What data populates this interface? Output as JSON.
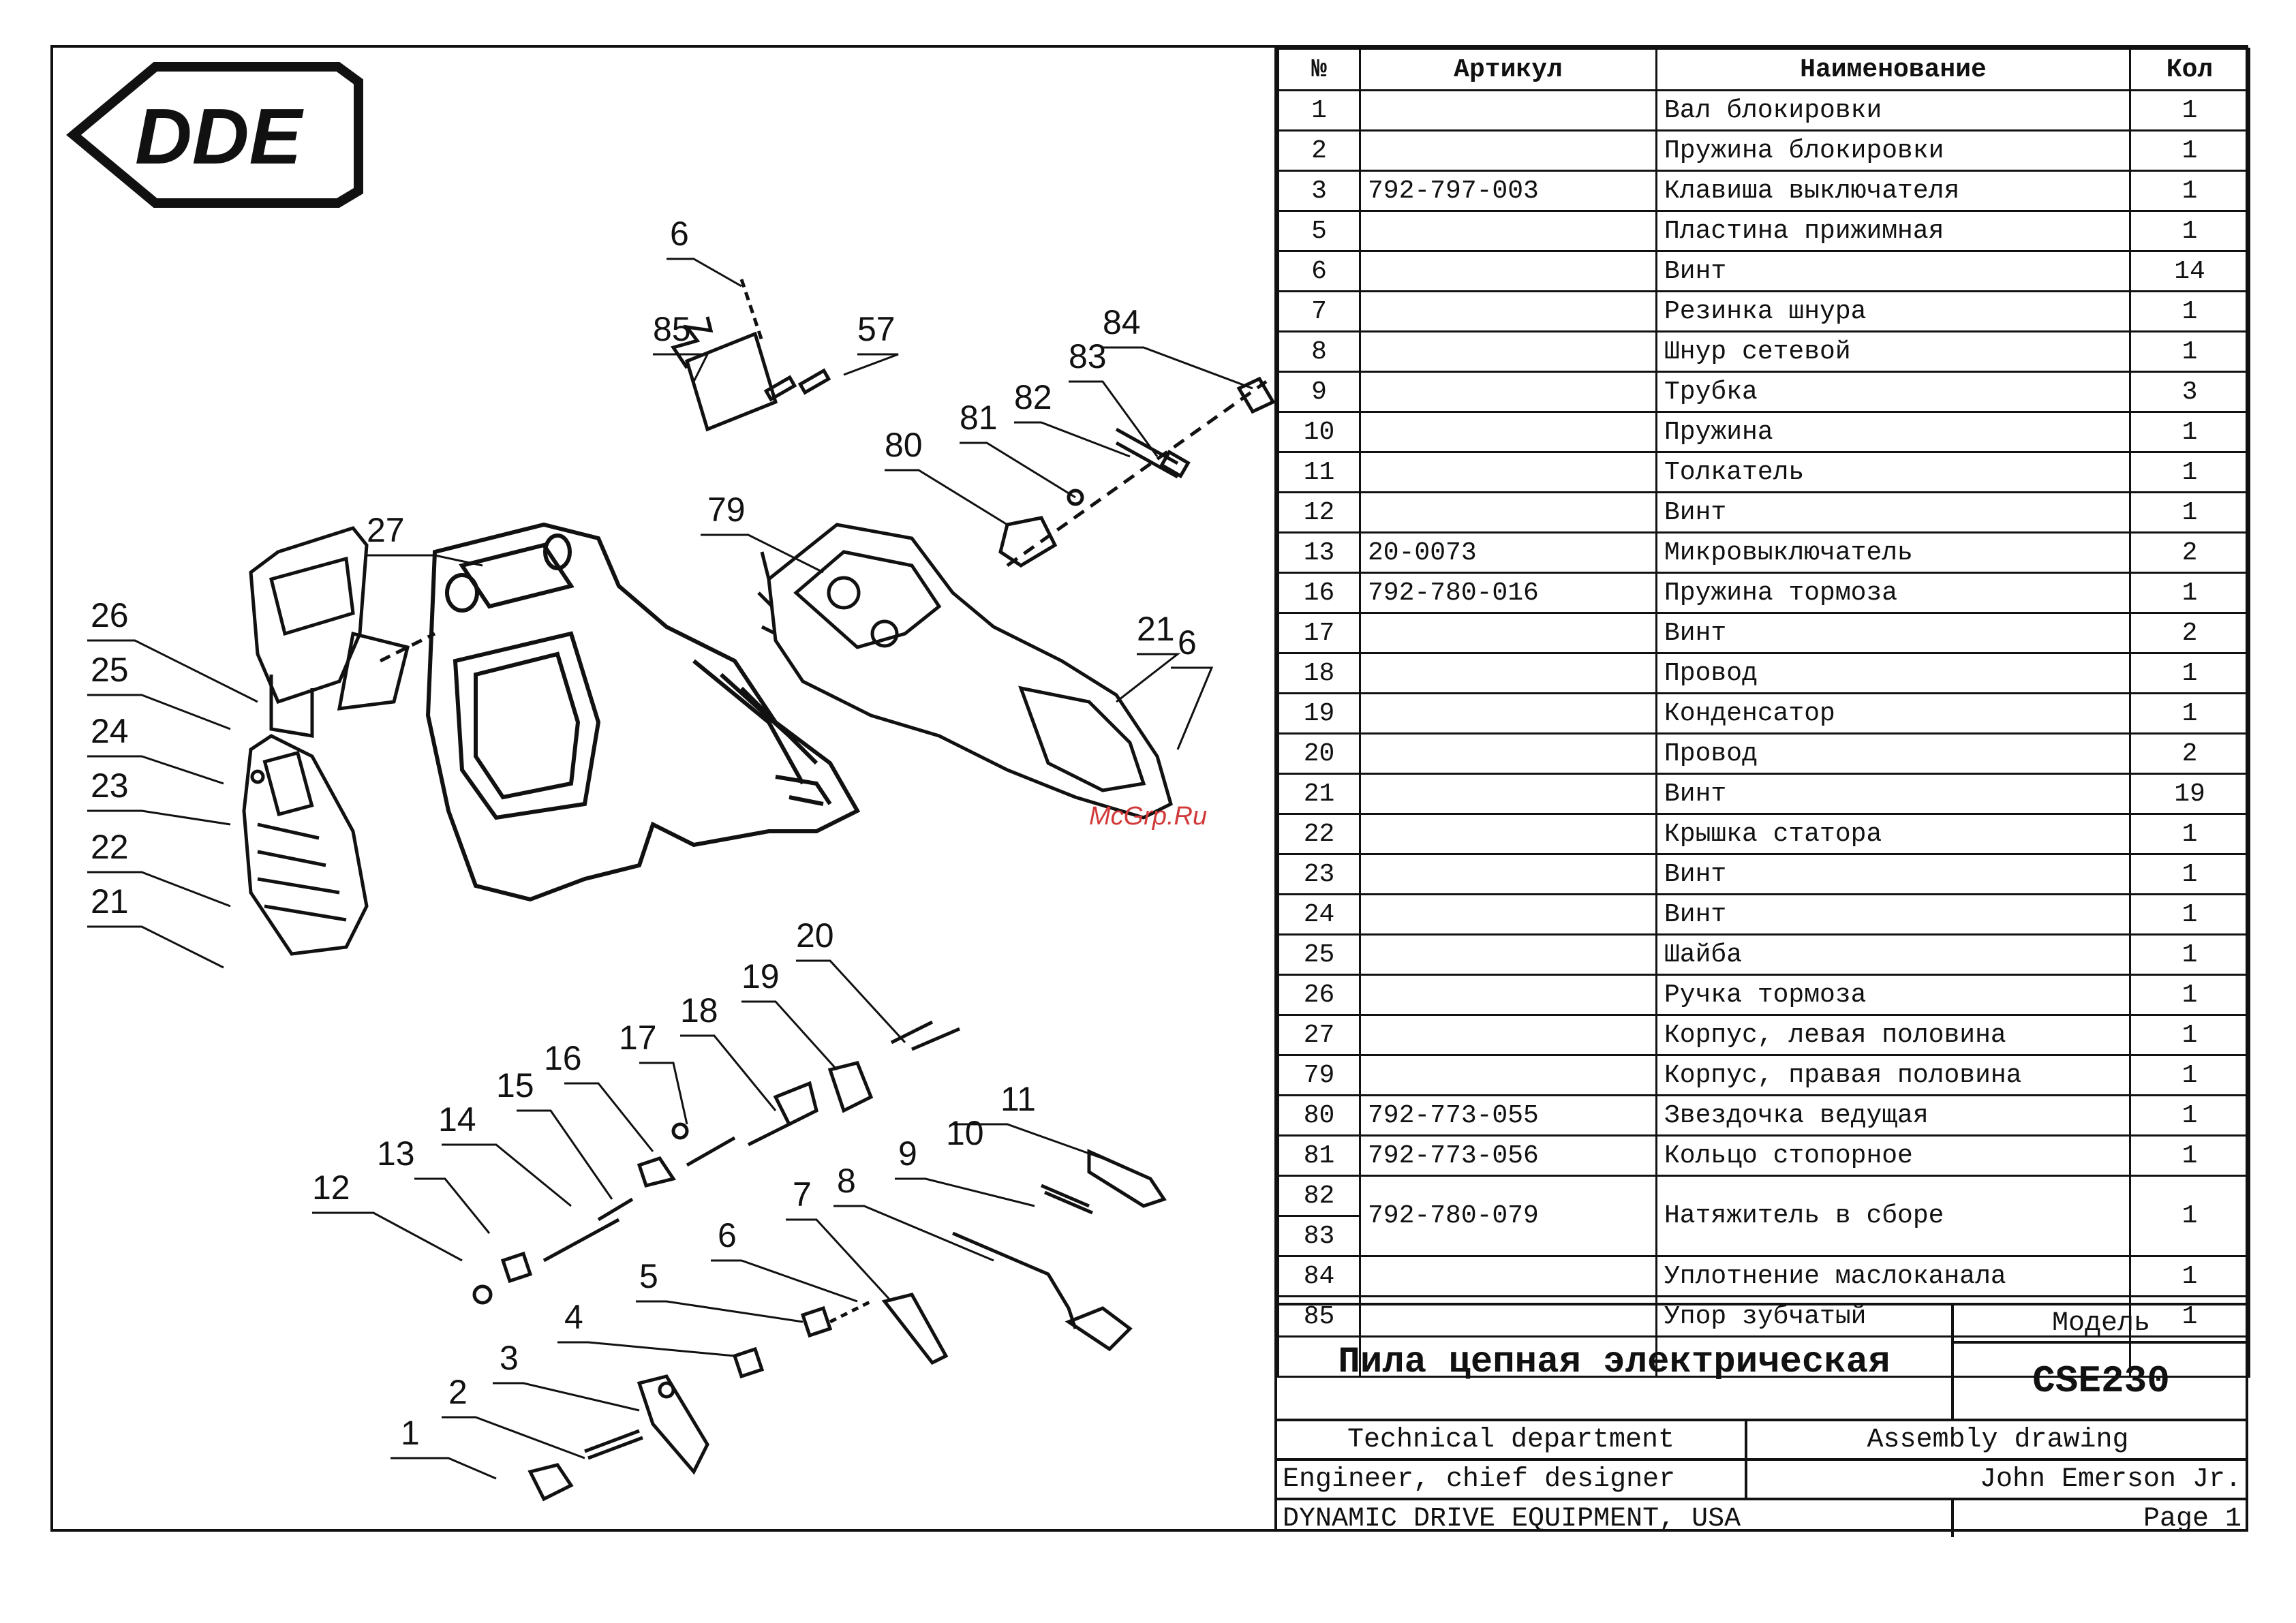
{
  "logo": {
    "text": "DDE"
  },
  "watermark": "McGrp.Ru",
  "callouts": [
    "1",
    "2",
    "3",
    "4",
    "5",
    "6",
    "7",
    "8",
    "9",
    "10",
    "11",
    "12",
    "13",
    "14",
    "15",
    "16",
    "17",
    "18",
    "19",
    "20",
    "21",
    "22",
    "23",
    "24",
    "25",
    "26",
    "27",
    "79",
    "80",
    "81",
    "82",
    "83",
    "84",
    "85",
    "57",
    "6",
    "21",
    "6"
  ],
  "table": {
    "headers": {
      "num": "№",
      "article": "Артикул",
      "name": "Наименование",
      "qty": "Кол"
    },
    "rows": [
      {
        "num": "1",
        "article": "",
        "name": "Вал блокировки",
        "qty": "1"
      },
      {
        "num": "2",
        "article": "",
        "name": "Пружина блокировки",
        "qty": "1"
      },
      {
        "num": "3",
        "article": "792-797-003",
        "name": "Клавиша выключателя",
        "qty": "1"
      },
      {
        "num": "5",
        "article": "",
        "name": "Пластина прижимная",
        "qty": "1"
      },
      {
        "num": "6",
        "article": "",
        "name": "Винт",
        "qty": "14"
      },
      {
        "num": "7",
        "article": "",
        "name": "Резинка шнура",
        "qty": "1"
      },
      {
        "num": "8",
        "article": "",
        "name": "Шнур сетевой",
        "qty": "1"
      },
      {
        "num": "9",
        "article": "",
        "name": "Трубка",
        "qty": "3"
      },
      {
        "num": "10",
        "article": "",
        "name": "Пружина",
        "qty": "1"
      },
      {
        "num": "11",
        "article": "",
        "name": "Толкатель",
        "qty": "1"
      },
      {
        "num": "12",
        "article": "",
        "name": "Винт",
        "qty": "1"
      },
      {
        "num": "13",
        "article": "20-0073",
        "name": "Микровыключатель",
        "qty": "2"
      },
      {
        "num": "16",
        "article": "792-780-016",
        "name": "Пружина тормоза",
        "qty": "1"
      },
      {
        "num": "17",
        "article": "",
        "name": "Винт",
        "qty": "2"
      },
      {
        "num": "18",
        "article": "",
        "name": "Провод",
        "qty": "1"
      },
      {
        "num": "19",
        "article": "",
        "name": "Конденсатор",
        "qty": "1"
      },
      {
        "num": "20",
        "article": "",
        "name": "Провод",
        "qty": "2"
      },
      {
        "num": "21",
        "article": "",
        "name": "Винт",
        "qty": "19"
      },
      {
        "num": "22",
        "article": "",
        "name": "Крышка статора",
        "qty": "1"
      },
      {
        "num": "23",
        "article": "",
        "name": "Винт",
        "qty": "1"
      },
      {
        "num": "24",
        "article": "",
        "name": "Винт",
        "qty": "1"
      },
      {
        "num": "25",
        "article": "",
        "name": "Шайба",
        "qty": "1"
      },
      {
        "num": "26",
        "article": "",
        "name": "Ручка тормоза",
        "qty": "1"
      },
      {
        "num": "27",
        "article": "",
        "name": "Корпус, левая половина",
        "qty": "1"
      },
      {
        "num": "79",
        "article": "",
        "name": "Корпус, правая половина",
        "qty": "1"
      },
      {
        "num": "80",
        "article": "792-773-055",
        "name": "Звездочка ведущая",
        "qty": "1"
      },
      {
        "num": "81",
        "article": "792-773-056",
        "name": "Кольцо стопорное",
        "qty": "1"
      }
    ],
    "merged": {
      "num1": "82",
      "num2": "83",
      "article": "792-780-079",
      "name": "Натяжитель в сборе",
      "qty": "1"
    },
    "rows_tail": [
      {
        "num": "84",
        "article": "",
        "name": "Уплотнение маслоканала",
        "qty": "1"
      },
      {
        "num": "85",
        "article": "",
        "name": "Упор зубчатый",
        "qty": "1"
      }
    ]
  },
  "titleblock": {
    "title": "Пила цепная электрическая",
    "model_label": "Модель",
    "model": "CSE230",
    "dept": "Technical department",
    "doc_type": "Assembly drawing",
    "role": "Engineer, chief designer",
    "person": "John Emerson Jr.",
    "company": "DYNAMIC DRIVE EQUIPMENT, USA",
    "page": "Page 1"
  }
}
